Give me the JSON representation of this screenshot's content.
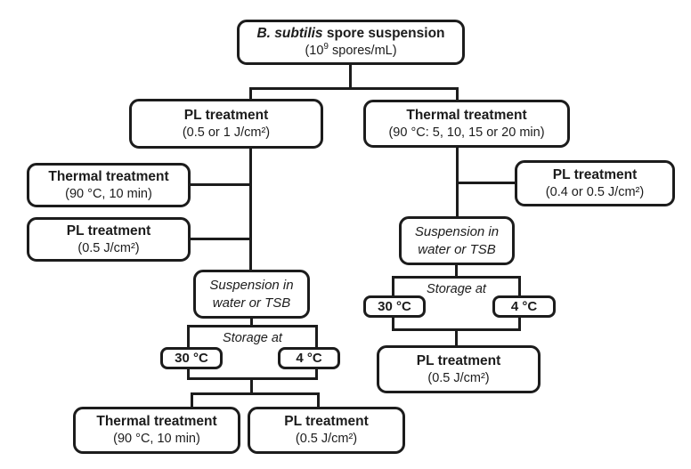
{
  "figure": {
    "type": "flowchart",
    "colors": {
      "ink": "#1c1c1c",
      "background": "#ffffff"
    },
    "boxes": {
      "root": {
        "name_italic": "B. subtilis",
        "name_rest": " spore suspension",
        "line2_pre": "(10",
        "line2_sup": "9",
        "line2_post": " spores/mL)"
      },
      "left_branch": {
        "line1": "PL treatment",
        "line2": "(0.5 or 1 J/cm²)"
      },
      "right_branch": {
        "line1": "Thermal treatment",
        "line2": "(90 °C: 5, 10, 15 or 20 min)"
      },
      "left_thermal": {
        "line1": "Thermal treatment",
        "line2": "(90 °C, 10 min)"
      },
      "left_pl": {
        "line1": "PL treatment",
        "line2": "(0.5 J/cm²)"
      },
      "right_pl_side": {
        "line1": "PL treatment",
        "line2": "(0.4 or 0.5 J/cm²)"
      },
      "left_suspension": {
        "line1": "Suspension in",
        "line2": "water or TSB"
      },
      "right_suspension": {
        "line1": "Suspension in",
        "line2": "water or TSB"
      },
      "left_storage": {
        "label": "Storage at",
        "temp_warm": "30 °C",
        "temp_cold": "4 °C"
      },
      "right_storage": {
        "label": "Storage at",
        "temp_warm": "30 °C",
        "temp_cold": "4 °C"
      },
      "bottom_thermal": {
        "line1": "Thermal treatment",
        "line2": "(90 °C, 10 min)"
      },
      "bottom_pl": {
        "line1": "PL treatment",
        "line2": "(0.5 J/cm²)"
      },
      "right_final_pl": {
        "line1": "PL treatment",
        "line2": "(0.5 J/cm²)"
      }
    },
    "edges": [
      "root -> left_branch",
      "root -> right_branch",
      "left_thermal -> left_trunk",
      "left_pl -> left_trunk",
      "left_branch -> left_suspension",
      "left_suspension -> left_storage",
      "left_storage -> bottom_thermal",
      "left_storage -> bottom_pl",
      "right_branch -> right_suspension",
      "right_pl_side -> right_trunk",
      "right_suspension -> right_storage",
      "right_storage -> right_final_pl"
    ]
  }
}
